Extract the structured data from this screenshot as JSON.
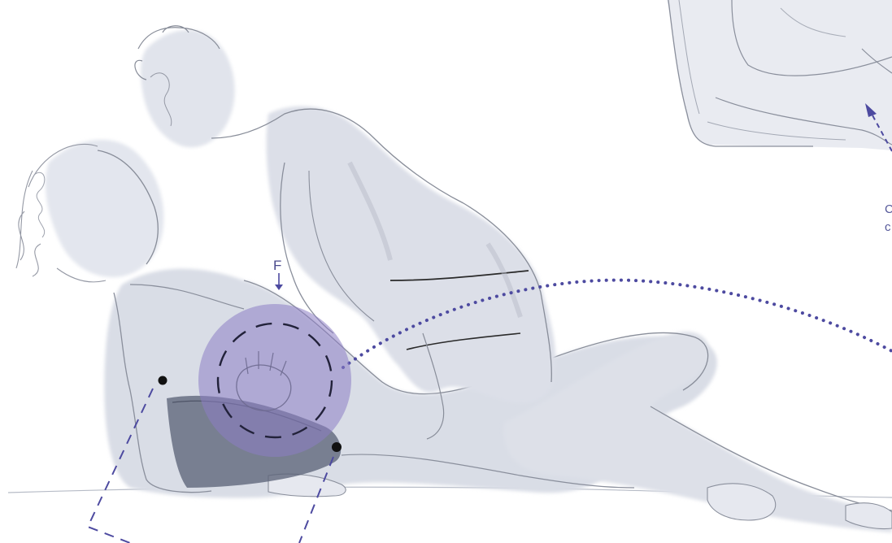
{
  "force_label": "F",
  "edge_text": {
    "line1": "C",
    "line2": "c"
  },
  "colors": {
    "accent": "#4d4aa0",
    "highlight": "#8c7ec4",
    "cushion": "#5c6478",
    "sketch": "#8a8f9c",
    "skin_wash": "#d9dde6"
  },
  "icons": {
    "force_arrow": "arrow-down-icon",
    "rotation_arc": "dotted-arc",
    "pivot_points": "dot"
  }
}
